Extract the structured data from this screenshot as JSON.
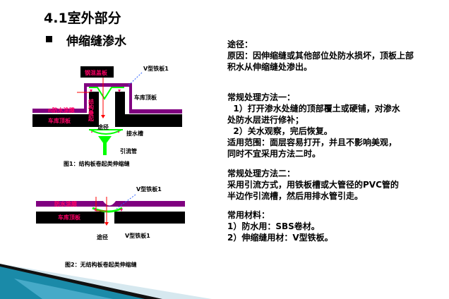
{
  "title": "4.1室外部分",
  "subtitle": "伸缩缝渗水",
  "figure1": {
    "cover_plate": "钢混盖板",
    "v_plate": "V型铁板1",
    "roof_right": "车库顶板",
    "membrane": "n防水涂膜",
    "roof_left": "车库顶板",
    "upturn": "结构叠起",
    "path": "途径",
    "gutter": "接水槽",
    "drain_pipe": "引流管",
    "caption": "图1：结构板卷起类伸缩缝"
  },
  "figure2": {
    "v_plate_top": "V型铁板1",
    "membrane": "防水涂膜",
    "roof": "车库顶板",
    "path": "途径",
    "v_plate_bottom": "V型铁板1",
    "caption": "图2：无结构板卷起类伸缩缝"
  },
  "right_text": [
    "途径：",
    "原因：因伸缩缝或其他部位处防水损坏，顶板上部",
    "积水从伸缩缝处渗出。",
    "常规处理方法一：",
    "  1）打开渗水处缝的顶部覆土或硬铺，对渗水",
    "处防水层进行修补；",
    "  2）关水观察，完后恢复。",
    "适用范围：面层容易打开，并且不影响美观，",
    "同时不宜采用方法二时。",
    "常规处理方法二：",
    "采用引流方式，用铁板槽或大管径的PVC管的",
    "半边作引流槽，然后用排水管引走。",
    "常用材料：",
    "1）防水用：SBS卷材。",
    "2）伸缩缝用材：V型铁板。"
  ],
  "colors": {
    "membrane": "#800080",
    "slab": "#000000",
    "v_plate": "#00ff00",
    "arrow": "#ff0000",
    "label_magenta": "#ff0066",
    "accent_teal": "#1a8aa8"
  }
}
